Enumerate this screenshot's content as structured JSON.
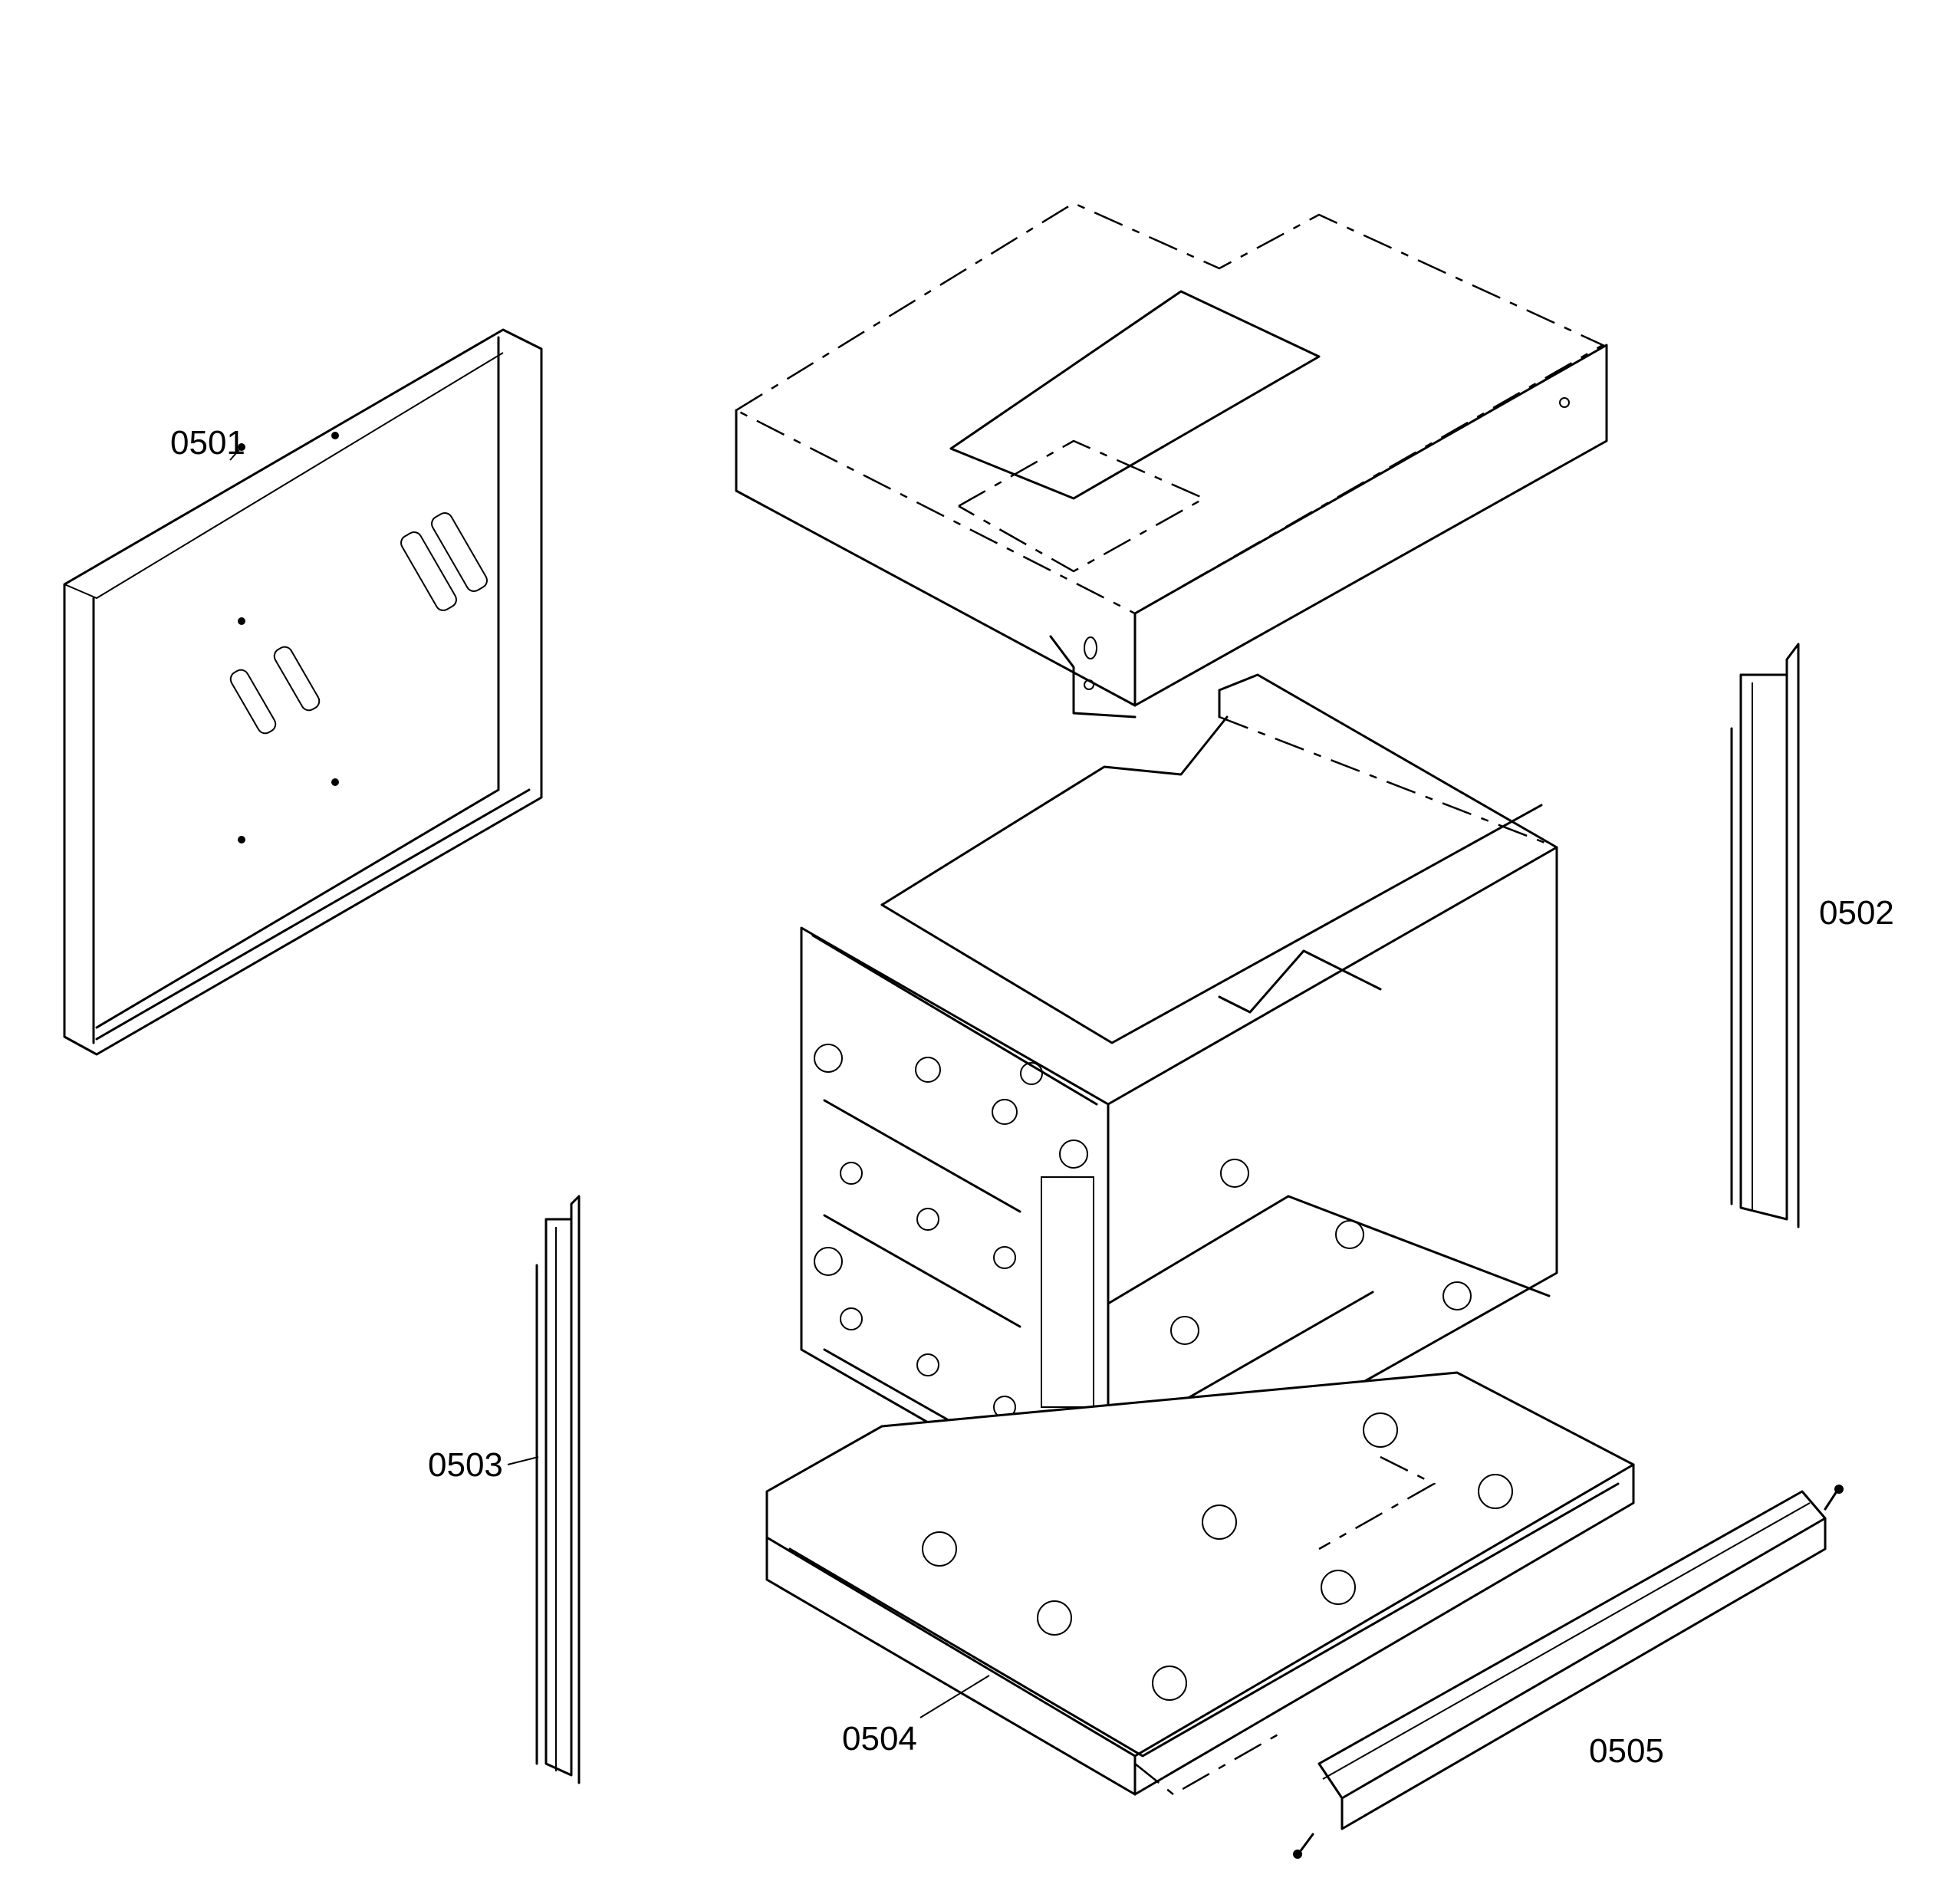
{
  "diagram": {
    "parts": [
      {
        "id": "0501",
        "label": "0501"
      },
      {
        "id": "0502",
        "label": "0502"
      },
      {
        "id": "0503",
        "label": "0503"
      },
      {
        "id": "0504",
        "label": "0504"
      },
      {
        "id": "0505",
        "label": "0505"
      }
    ]
  }
}
